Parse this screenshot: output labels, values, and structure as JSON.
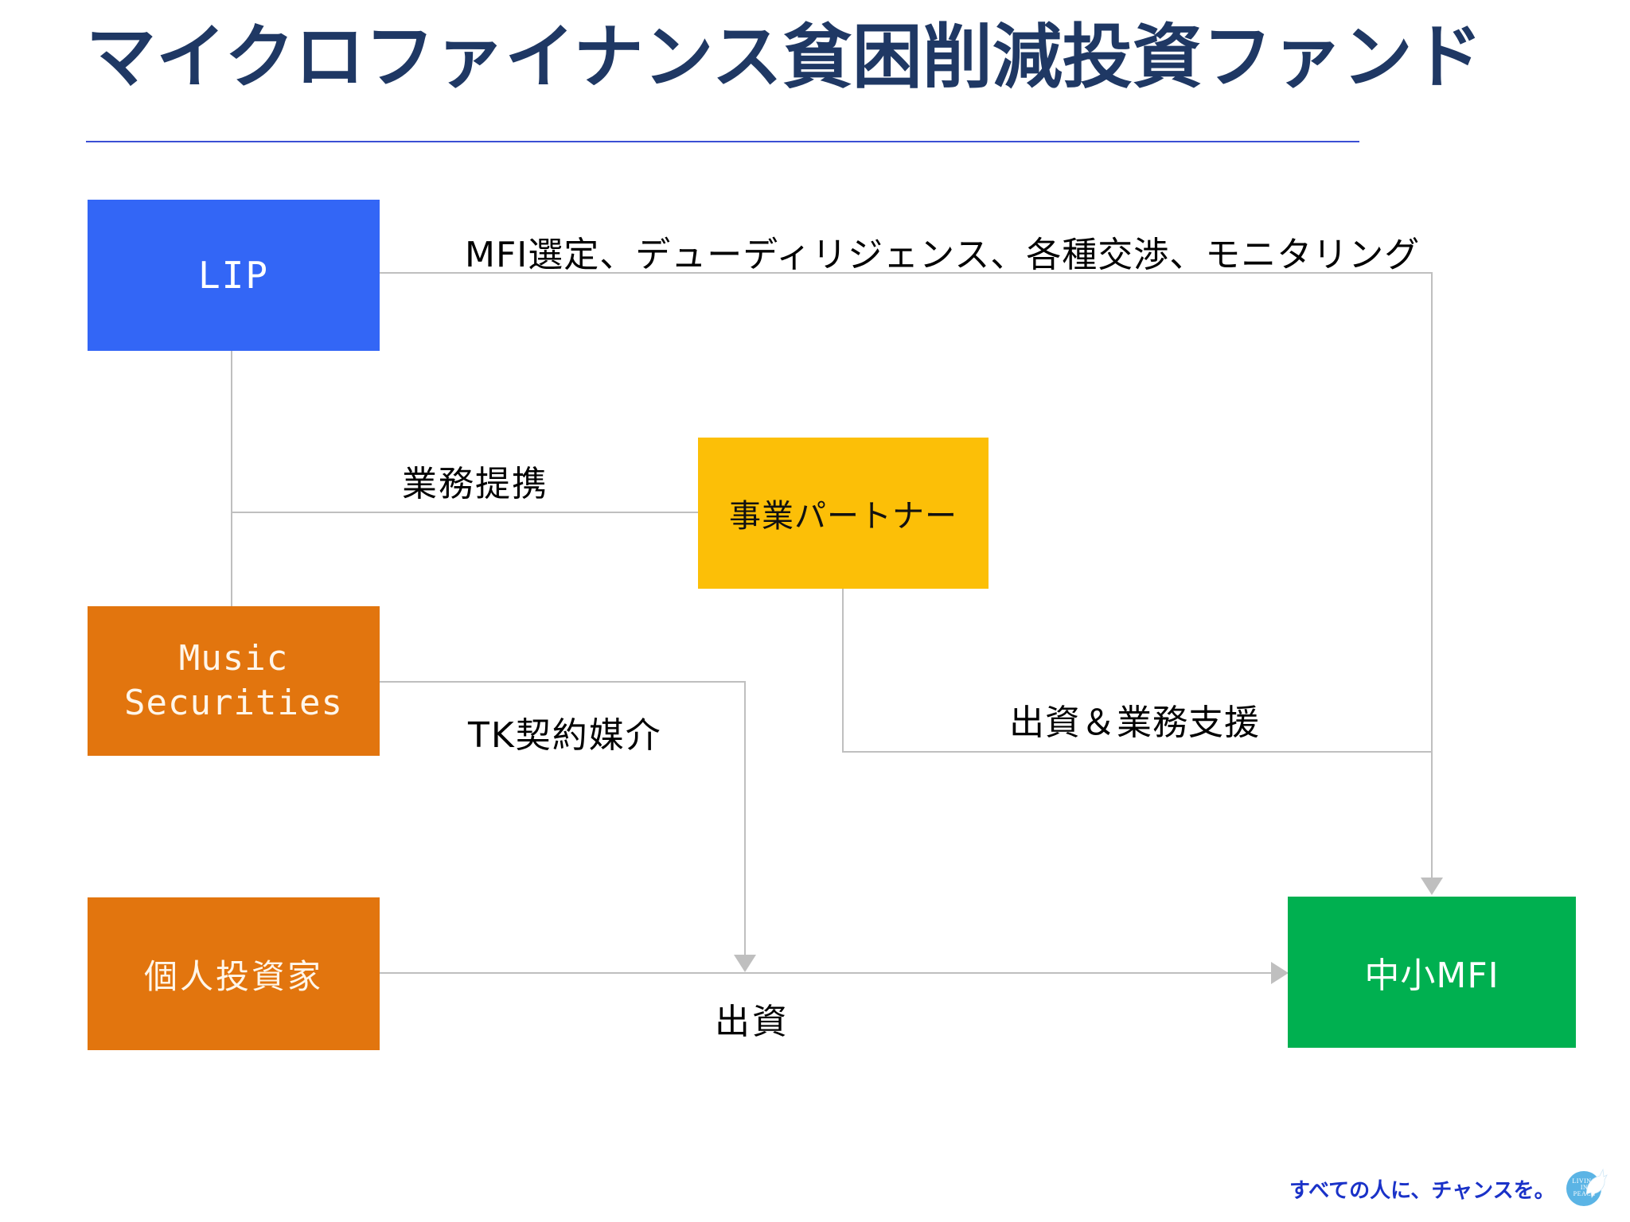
{
  "slide": {
    "title": "マイクロファイナンス貧困削減投資ファンド",
    "title_color": "#1F3864",
    "rule_color": "#3b4fd4",
    "background": "#ffffff"
  },
  "nodes": [
    {
      "id": "lip",
      "label": "LIP",
      "color": "#3366F6",
      "text_color": "#ffffff"
    },
    {
      "id": "music",
      "label": "Music\nSecurities",
      "color": "#E2750E",
      "text_color": "#FFF6EA"
    },
    {
      "id": "investor",
      "label": "個人投資家",
      "color": "#E2750E",
      "text_color": "#FFF6EA"
    },
    {
      "id": "partner",
      "label": "事業パートナー",
      "color": "#FCBF07",
      "text_color": "#111111"
    },
    {
      "id": "mfi",
      "label": "中小MFI",
      "color": "#00B050",
      "text_color": "#ffffff"
    }
  ],
  "edges": [
    {
      "id": "mfi-select",
      "label": "MFI選定、デューディリジェンス、各種交渉、モニタリング",
      "from": "lip",
      "to": "mfi"
    },
    {
      "id": "alliance",
      "label": "業務提携",
      "from": "lip",
      "to": "partner"
    },
    {
      "id": "tk-contract",
      "label": "TK契約媒介",
      "from": "music",
      "to": "funding-line"
    },
    {
      "id": "funding-support",
      "label": "出資＆業務支援",
      "from": "partner",
      "to": "mfi"
    },
    {
      "id": "funding",
      "label": "出資",
      "from": "investor",
      "to": "mfi"
    }
  ],
  "connector_color": "#BFBFBF",
  "footer": {
    "tagline": "すべての人に、チャンスを。",
    "tagline_color": "#1A32C8",
    "logo_text": "LIVING IN PEACE",
    "logo_line1": "LIVING",
    "logo_line2": "IN",
    "logo_line3": "PEACE",
    "logo_color": "#5BB4E5"
  }
}
